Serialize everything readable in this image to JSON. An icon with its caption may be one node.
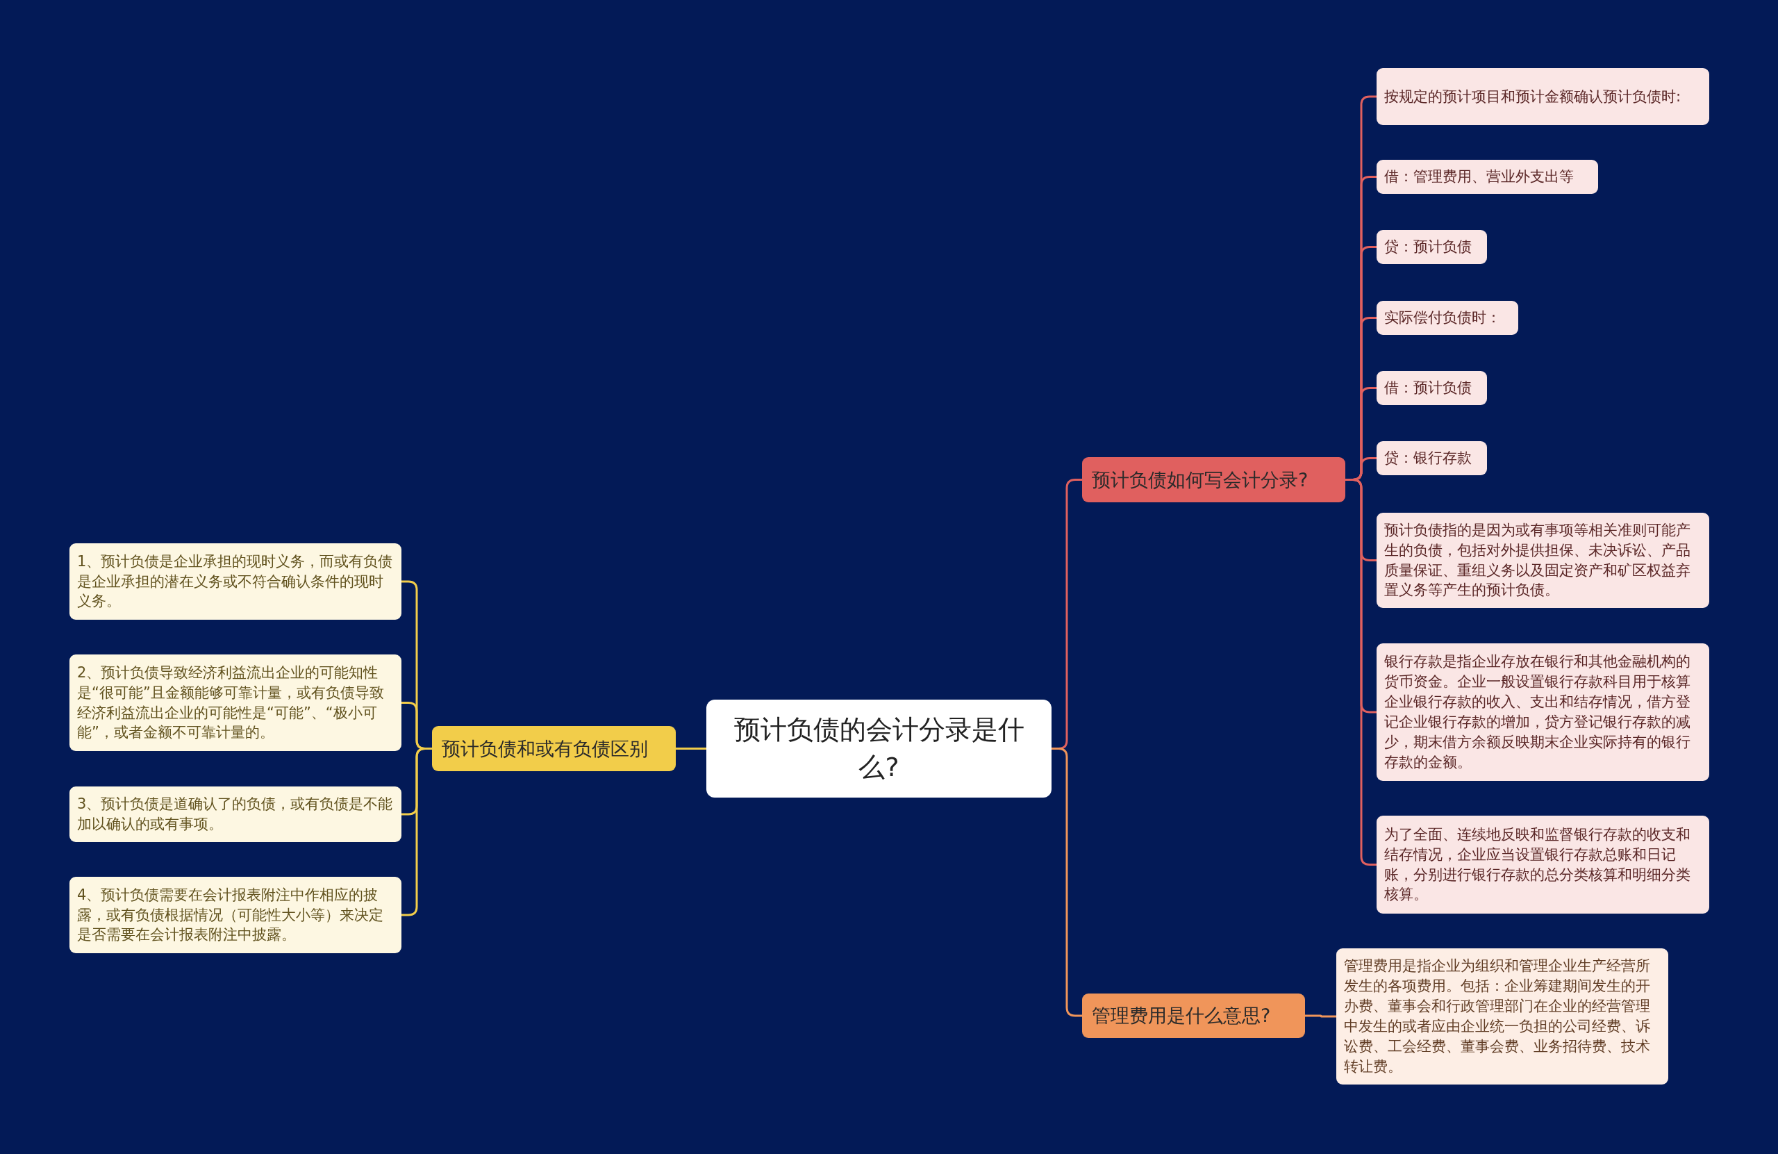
{
  "diagram": {
    "nodes": [
      {
        "text": [
          "预计负债的会计分录是什么?"
        ]
      },
      {
        "text": [
          "预计负债和或有负债区别"
        ]
      },
      {
        "text": [
          "1、预计负债是企业承担的现时义务，而或有负债是企业承担的潜在义务或不符合确认条件的现时义务。"
        ]
      },
      {
        "text": [
          "2、预计负债导致经济利益流出企业的可能知性是“很可能”且金额能够可靠计量，或有负债导致经济利益流出企业的可能性是“可能”、“极小可能”，或者金额不可靠计量的。"
        ]
      },
      {
        "text": [
          "3、预计负债是道确认了的负债，或有负债是不能加以确认的或有事项。"
        ]
      },
      {
        "text": [
          "4、预计负债需要在会计报表附注中作相应的披露，或有负债根据情况（可能性大小等）来决定是否需要在会计报表附注中披露。"
        ]
      },
      {
        "text": [
          "预计负债如何写会计分录?"
        ]
      },
      {
        "text": [
          "按规定的预计项目和预计金额确认预计负债时:"
        ]
      },
      {
        "text": [
          "借：管理费用、营业外支出等"
        ]
      },
      {
        "text": [
          "贷：预计负债"
        ]
      },
      {
        "text": [
          "实际偿付负债时："
        ]
      },
      {
        "text": [
          "借：预计负债"
        ]
      },
      {
        "text": [
          "贷：银行存款"
        ]
      },
      {
        "text": [
          "预计负债指的是因为或有事项等相关准则可能产生的负债，包括对外提供担保、未决诉讼、产品质量保证、重组义务以及固定资产和矿区权益弃置义务等产生的预计负债。"
        ]
      },
      {
        "text": [
          "银行存款是指企业存放在银行和其他金融机构的货币资金。企业一般设置银行存款科目用于核算企业银行存款的收入、支出和结存情况，借方登记企业银行存款的增加，贷方登记银行存款的减少，期末借方余额反映期末企业实际持有的银行存款的金额。"
        ]
      },
      {
        "text": [
          "为了全面、连续地反映和监督银行存款的收支和结存情况，企业应当设置银行存款总账和日记账，分别进行银行存款的总分类核算和明细分类核算。"
        ]
      },
      {
        "text": [
          "管理费用是什么意思?"
        ]
      },
      {
        "text": [
          "管理费用是指企业为组织和管理企业生产经营所发生的各项费用。包括：企业筹建期间发生的开办费、董事会和行政管理部门在企业的经营管理中发生的或者应由企业统一负担的公司经费、诉讼费、工会经费、董事会费、业务招待费、技术转让费。"
        ]
      }
    ],
    "edges": [
      {
        "from": 0,
        "to": 1,
        "arrow": "none",
        "color": "#f2cd4a"
      },
      {
        "from": 1,
        "to": 2,
        "arrow": "none",
        "color": "#f2cd4a"
      },
      {
        "from": 1,
        "to": 3,
        "arrow": "none",
        "color": "#f2cd4a"
      },
      {
        "from": 1,
        "to": 4,
        "arrow": "none",
        "color": "#f2cd4a"
      },
      {
        "from": 1,
        "to": 5,
        "arrow": "none",
        "color": "#f2cd4a"
      },
      {
        "from": 0,
        "to": 6,
        "arrow": "none"
      },
      {
        "from": 6,
        "to": 7,
        "arrow": "none"
      },
      {
        "from": 6,
        "to": 8,
        "arrow": "none"
      },
      {
        "from": 6,
        "to": 9,
        "arrow": "none"
      },
      {
        "from": 6,
        "to": 10,
        "arrow": "none"
      },
      {
        "from": 6,
        "to": 11,
        "arrow": "none"
      },
      {
        "from": 6,
        "to": 12,
        "arrow": "none"
      },
      {
        "from": 6,
        "to": 13,
        "arrow": "none"
      },
      {
        "from": 6,
        "to": 14,
        "arrow": "none"
      },
      {
        "from": 6,
        "to": 15,
        "arrow": "none"
      },
      {
        "from": 0,
        "to": 16,
        "arrow": "none",
        "color": "#f0955a"
      },
      {
        "from": 16,
        "to": 17,
        "arrow": "none",
        "color": "#f0955a"
      }
    ]
  }
}
